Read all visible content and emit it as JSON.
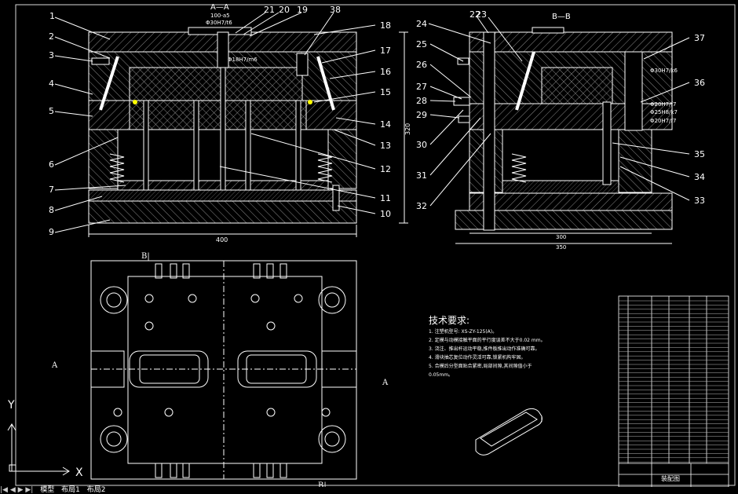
{
  "colors": {
    "background": "#000000",
    "line": "#ffffff",
    "highlight": "#ffff00",
    "frame": "#d8d8d8"
  },
  "section_aa": {
    "title": "A—A",
    "fit_top_1": "100-a5",
    "fit_top_2": "Φ30H7/t6",
    "fit_center": "Φ18H7/m6",
    "dim_width": "400",
    "dim_height": "320",
    "callouts_left": [
      "1",
      "2",
      "3",
      "4",
      "5",
      "6",
      "7",
      "8",
      "9"
    ],
    "callouts_right": [
      "18",
      "17",
      "16",
      "15",
      "14",
      "13",
      "12",
      "11",
      "10"
    ],
    "callouts_top": [
      "21",
      "20",
      "19",
      "38"
    ]
  },
  "section_bb": {
    "title": "B—B",
    "fits": [
      "Φ30H7/k6",
      "Φ20H7/f7",
      "Φ25H8/k7",
      "Φ20H7/f7"
    ],
    "dim_inner": "300",
    "dim_outer": "350",
    "callouts_left": [
      "24",
      "25",
      "26",
      "27",
      "28",
      "29",
      "30",
      "31",
      "32"
    ],
    "callouts_top": [
      "22",
      "23"
    ],
    "callouts_right": [
      "37",
      "36",
      "35",
      "34",
      "33"
    ]
  },
  "plan_view": {
    "marker_b": "B|",
    "marker_a_left": "A",
    "marker_a_right": "A"
  },
  "tech": {
    "title": "技术要求:",
    "lines": [
      "1. 注塑机型号: XS-ZY-125(A)。",
      "2. 定模与动模接触平面的平行度误差不大于0.02 mm。",
      "3. 浇注、推出杆运动平稳,推件板推出动作准确可靠。",
      "4. 滑块抽芯复位动作灵活可靠,锁紧机构牢固。",
      "5. 合模后分型面贴合紧密,局部间隙,其间隙值小于",
      "0.05mm。"
    ]
  },
  "title_block": {
    "drawing_name": "装配图"
  },
  "ucs": {
    "x": "X",
    "y": "Y"
  },
  "tabs": {
    "nav": "|◀ ◀ ▶ ▶|",
    "model": "模型",
    "layout1": "布局1",
    "layout2": "布局2"
  }
}
